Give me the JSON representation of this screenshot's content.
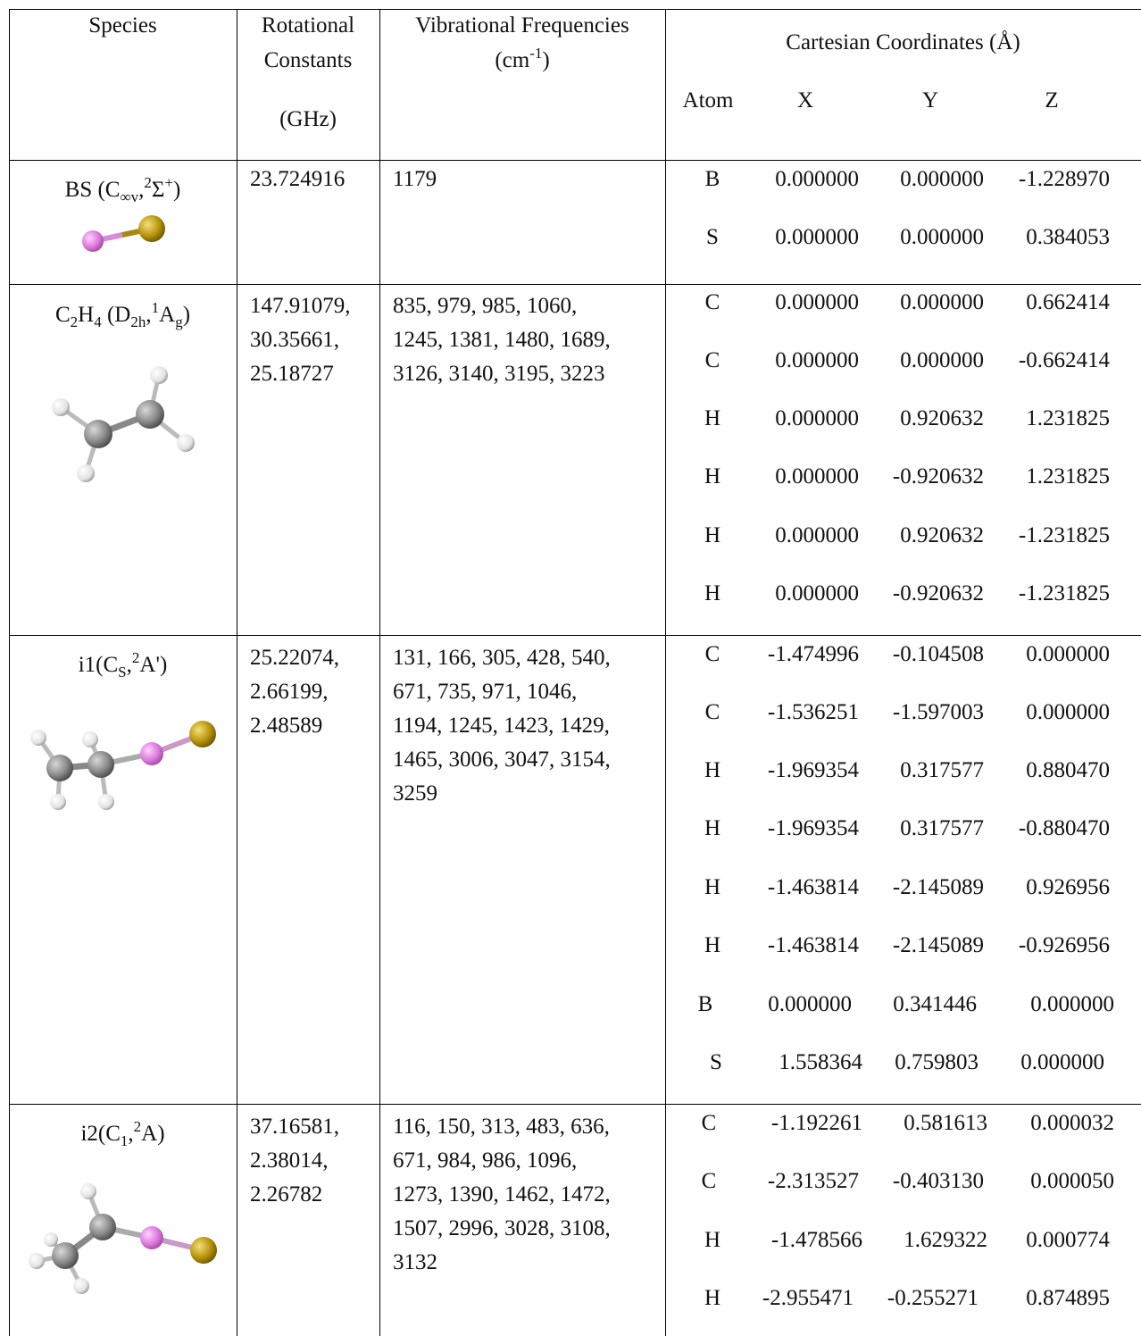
{
  "headers": {
    "species": "Species",
    "rot_line1": "Rotational",
    "rot_line2": "Constants",
    "rot_unit": "(GHz)",
    "vib_line1": "Vibrational Frequencies",
    "vib_unit_pre": "(cm",
    "vib_unit_exp": "-1",
    "vib_unit_post": ")",
    "cart": "Cartesian Coordinates (Å)",
    "atom": "Atom",
    "x": "X",
    "y": "Y",
    "z": "Z"
  },
  "species": [
    {
      "label": {
        "base": "BS (C",
        "sub1": "∞v",
        "mid": ",",
        "sup1": "2",
        "mid2": "Σ",
        "sup2": "+",
        "end": ")"
      },
      "rot": "23.724916",
      "vib": "1179",
      "atoms": [
        [
          "B",
          "0.000000",
          "0.000000",
          "-1.228970"
        ],
        [
          "S",
          "0.000000",
          "0.000000",
          "0.384053"
        ]
      ]
    },
    {
      "label": {
        "base": "C",
        "sub1": "2",
        "mid": "H",
        "sub2": "4",
        "mid2": " (D",
        "sub3": "2h",
        "mid3": ",",
        "sup1": "1",
        "mid4": "A",
        "sub4": "g",
        "end": ")"
      },
      "rot": "147.91079,\n30.35661,\n25.18727",
      "vib": "835, 979, 985, 1060,\n1245, 1381, 1480, 1689,\n3126, 3140, 3195, 3223",
      "atoms": [
        [
          "C",
          "0.000000",
          "0.000000",
          "0.662414"
        ],
        [
          "C",
          "0.000000",
          "0.000000",
          "-0.662414"
        ],
        [
          "H",
          "0.000000",
          "0.920632",
          "1.231825"
        ],
        [
          "H",
          "0.000000",
          "-0.920632",
          "1.231825"
        ],
        [
          "H",
          "0.000000",
          "0.920632",
          "-1.231825"
        ],
        [
          "H",
          "0.000000",
          "-0.920632",
          "-1.231825"
        ]
      ]
    },
    {
      "label": {
        "base": "i1(C",
        "sub1": "S",
        "mid": ",",
        "sup1": "2",
        "end": "A')"
      },
      "rot": "25.22074,\n2.66199,\n2.48589",
      "vib": "131, 166, 305, 428, 540,\n671, 735, 971, 1046,\n1194, 1245, 1423, 1429,\n1465, 3006, 3047, 3154,\n3259",
      "atoms": [
        [
          "C",
          "-1.474996",
          "-0.104508",
          "0.000000"
        ],
        [
          "C",
          "-1.536251",
          "-1.597003",
          "0.000000"
        ],
        [
          "H",
          "-1.969354",
          "0.317577",
          "0.880470"
        ],
        [
          "H",
          "-1.969354",
          "0.317577",
          "-0.880470"
        ],
        [
          "H",
          "-1.463814",
          "-2.145089",
          "0.926956"
        ],
        [
          "H",
          "-1.463814",
          "-2.145089",
          "-0.926956"
        ],
        [
          "B",
          "0.000000",
          "0.341446",
          "0.000000"
        ],
        [
          "S",
          "1.558364",
          "0.759803",
          "0.000000"
        ]
      ]
    },
    {
      "label": {
        "base": "i2(C",
        "sub1": "1",
        "mid": ",",
        "sup1": "2",
        "end": "A)"
      },
      "rot": "37.16581,\n2.38014,\n2.26782",
      "vib": "116, 150, 313, 483, 636,\n671, 984, 986, 1096,\n1273, 1390, 1462, 1472,\n1507, 2996, 3028, 3108,\n3132",
      "atoms": [
        [
          "C",
          "-1.192261",
          "0.581613",
          "0.000032"
        ],
        [
          "C",
          "-2.313527",
          "-0.403130",
          "0.000050"
        ],
        [
          "H",
          "-1.478566",
          "1.629322",
          "0.000774"
        ],
        [
          "H",
          "-2.955471",
          "-0.255271",
          "0.874895"
        ]
      ]
    }
  ],
  "colors": {
    "boron": "#e07be0",
    "sulfur": "#b8960c",
    "carbon": "#8a8a8a",
    "hydrogen": "#e8e8e8"
  }
}
